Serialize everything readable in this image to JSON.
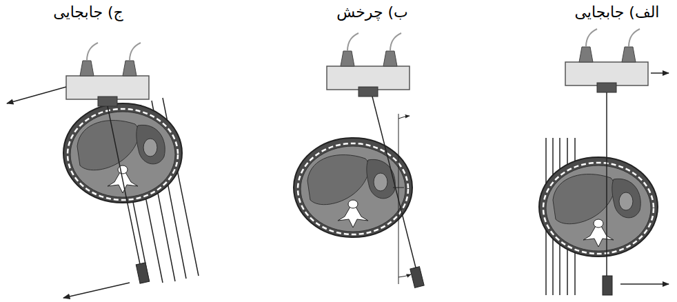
{
  "diagram": {
    "labels": [
      "الف) جابجایی",
      "ب) چرخش",
      "ج) جابجایی"
    ]
  }
}
